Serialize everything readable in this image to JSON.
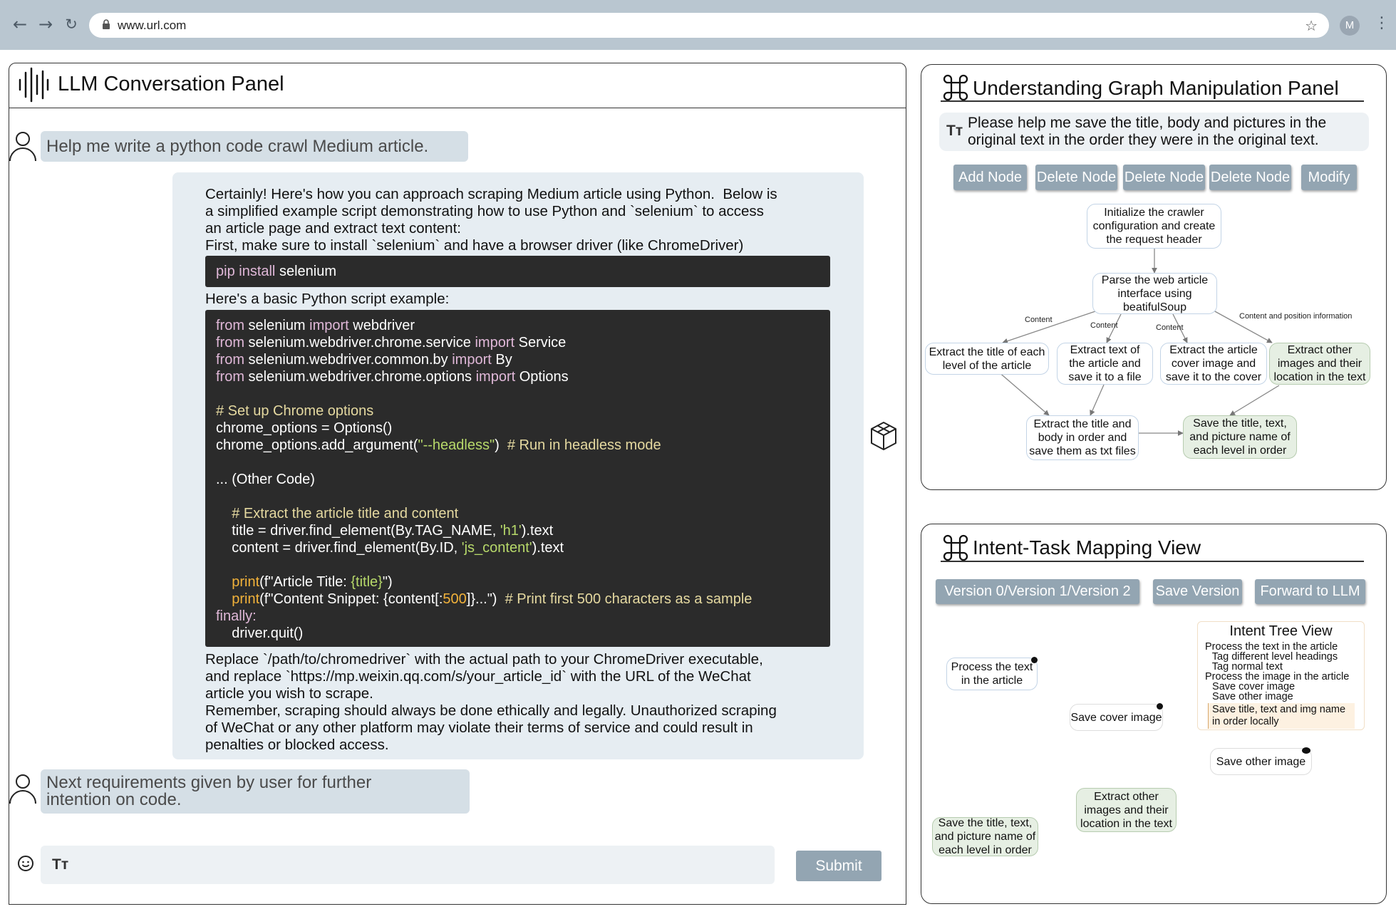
{
  "browser": {
    "url": "www.url.com",
    "avatar_letter": "M"
  },
  "left_panel": {
    "title": "LLM Conversation Panel",
    "user_message_1": "Help me write a python code crawl Medium article.",
    "response": {
      "intro_lines": [
        "Certainly! Here's how you can approach scraping Medium article using Python.  Below is",
        "a simplified example script demonstrating how to use Python and `selenium` to access",
        "an article page and extract text content:",
        "First, make sure to install `selenium` and have a browser driver (like ChromeDriver)"
      ],
      "install_cmd_kw": "pip install",
      "install_cmd_arg": " selenium",
      "basic_script_label": "Here's a basic Python script example:",
      "code": {
        "l1a": "from",
        "l1b": " selenium ",
        "l1c": "import",
        "l1d": " webdriver",
        "l2a": "from",
        "l2b": " selenium.webdriver.chrome.service ",
        "l2c": "import",
        "l2d": " Service",
        "l3a": "from",
        "l3b": " selenium.webdriver.common.by ",
        "l3c": "import",
        "l3d": " By",
        "l4a": "from",
        "l4b": " selenium.webdriver.chrome.options ",
        "l4c": "import",
        "l4d": " Options",
        "l5": "# Set up Chrome options",
        "l6": "chrome_options = Options()",
        "l7a": "chrome_options.add_argument(",
        "l7b": "\"--headless\"",
        "l7c": ")  ",
        "l7d": "# Run in headless mode",
        "l8": "... (Other Code)",
        "l9": "    # Extract the article title and content",
        "l10a": "    title = driver.find_element(By.TAG_NAME, ",
        "l10b": "'h1'",
        "l10c": ").text",
        "l11a": "    content = driver.find_element(By.ID, ",
        "l11b": "'js_content'",
        "l11c": ").text",
        "l12a": "    print",
        "l12b": "(f\"Article Title: ",
        "l12c": "{title}",
        "l12d": "\")",
        "l13a": "    print",
        "l13b": "(f\"Content Snippet: {content[:",
        "l13c": "500",
        "l13d": "]}...\")  ",
        "l13e": "# Print first 500 characters as a sample",
        "l14": "finally:",
        "l15": "    driver.quit()"
      },
      "outro_lines": [
        "Replace `/path/to/chromedriver` with the actual path to your ChromeDriver executable,",
        "and replace `https://mp.weixin.qq.com/s/your_article_id` with the URL of the WeChat",
        "article you wish to scrape.",
        "Remember, scraping should always be done ethically and legally. Unauthorized scraping",
        "of WeChat or any other platform may violate their terms of service and could result in",
        "penalties or blocked access."
      ]
    },
    "user_message_2_lines": [
      "Next requirements given by user for further",
      "intention on code."
    ],
    "input": {
      "icon": "Tт",
      "value": ""
    },
    "submit_label": "Submit"
  },
  "graph_panel": {
    "title": "Understanding Graph Manipulation Panel",
    "query_icon": "Tт",
    "query_lines": [
      "Please help me save the title, body and pictures in the",
      "original text in the order they were in the original text."
    ],
    "buttons": [
      "Add Node",
      "Delete Node",
      "Delete Node",
      "Delete Node",
      "Modify"
    ],
    "nodes": {
      "n1": [
        "Initialize the crawler",
        "configuration and create",
        "the request header"
      ],
      "n2": [
        "Parse the web article",
        "interface using",
        "beatifulSoup"
      ],
      "n3": [
        "Extract the title of each",
        "level of the article"
      ],
      "n4": [
        "Extract  text  of",
        "the article and",
        "save it to a file"
      ],
      "n5": [
        "Extract the article",
        "cover image and",
        "save it to the cover"
      ],
      "n6": [
        "Extract other",
        "images and their",
        "location in the text"
      ],
      "n7": [
        "Extract the title and",
        "body in order and",
        "save them as txt files"
      ],
      "n8": [
        "Save the title, text,",
        "and picture name of",
        "each level in order"
      ]
    },
    "edge_labels": [
      "Content",
      "Content",
      "Content",
      "Content and position information"
    ]
  },
  "intent_panel": {
    "title": "Intent-Task Mapping View",
    "buttons": [
      "Version 0/Version 1/Version 2",
      "Save Version",
      "Forward to LLM"
    ],
    "nodes": {
      "m1": [
        "Process the text",
        "in the article"
      ],
      "m2": [
        "Save cover image"
      ],
      "m3": [
        "Save other image"
      ],
      "m4": [
        "Extract other",
        "images and their",
        "location in the text"
      ],
      "m5": [
        "Save the title, text,",
        "and picture name of",
        "each level in order"
      ]
    },
    "tree_view": {
      "title": "Intent Tree View",
      "items": [
        "Process the text in the article",
        "  Tag different level headings",
        "  Tag normal text",
        "Process the image in the article",
        "  Save cover image",
        "  Save other image",
        "  Save title, text and img name",
        "  in order locally"
      ]
    }
  }
}
